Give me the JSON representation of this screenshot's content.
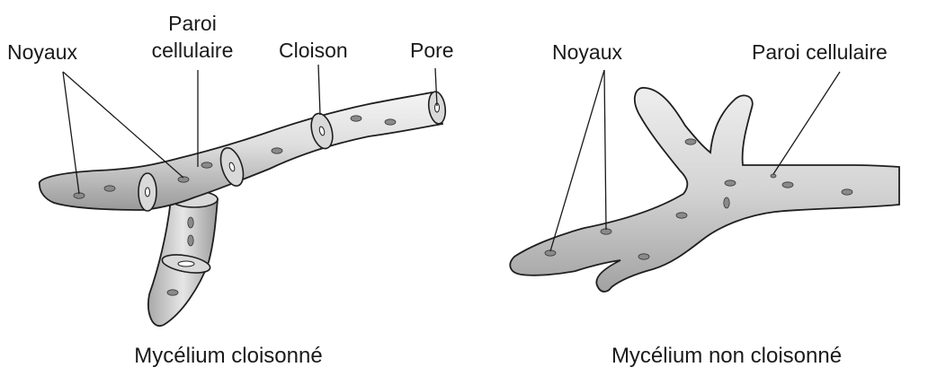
{
  "left_diagram": {
    "labels": {
      "noyaux": "Noyaux",
      "paroi_line1": "Paroi",
      "paroi_line2": "cellulaire",
      "cloison": "Cloison",
      "pore": "Pore"
    },
    "caption": "Mycélium cloisonné"
  },
  "right_diagram": {
    "labels": {
      "noyaux": "Noyaux",
      "paroi": "Paroi cellulaire"
    },
    "caption": "Mycélium non cloisonné"
  }
}
